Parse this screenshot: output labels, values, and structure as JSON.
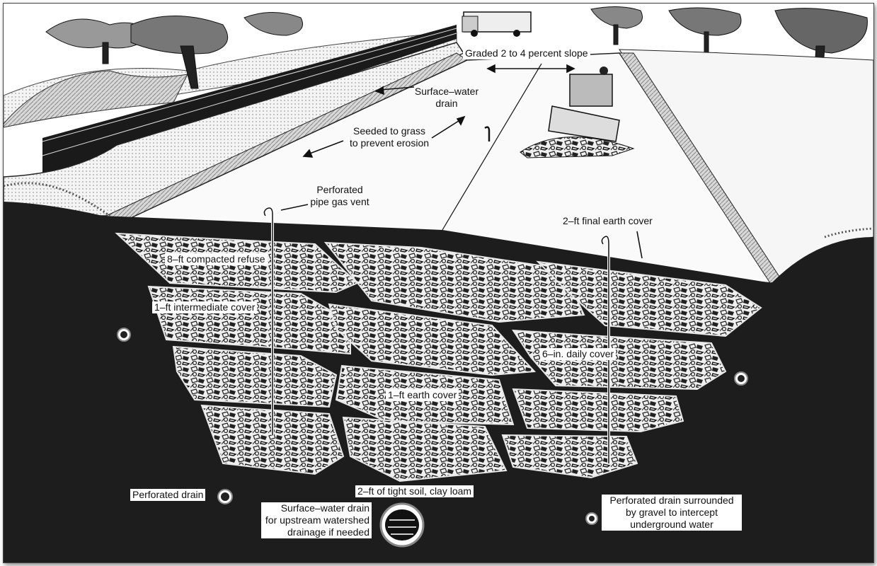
{
  "labels": {
    "graded_slope": "Graded 2 to 4 percent slope",
    "surface_water_drain_top": [
      "Surface–water",
      "drain"
    ],
    "seeded_grass": [
      "Seeded to grass",
      "to prevent erosion"
    ],
    "perforated_vent": [
      "Perforated",
      "pipe gas vent"
    ],
    "final_cover": "2–ft final earth cover",
    "compacted_refuse": "8–ft compacted refuse",
    "intermediate_cover": "1–ft intermediate cover",
    "daily_cover": "6–in. daily cover",
    "earth_cover": "1–ft earth cover",
    "perforated_drain": "Perforated drain",
    "tight_soil": "2–ft of tight soil, clay loam",
    "upstream_drain": [
      "Surface–water drain",
      "for upstream watershed",
      "drainage if needed"
    ],
    "gravel_drain": [
      "Perforated drain surrounded",
      "by gravel to intercept",
      "underground water"
    ]
  }
}
